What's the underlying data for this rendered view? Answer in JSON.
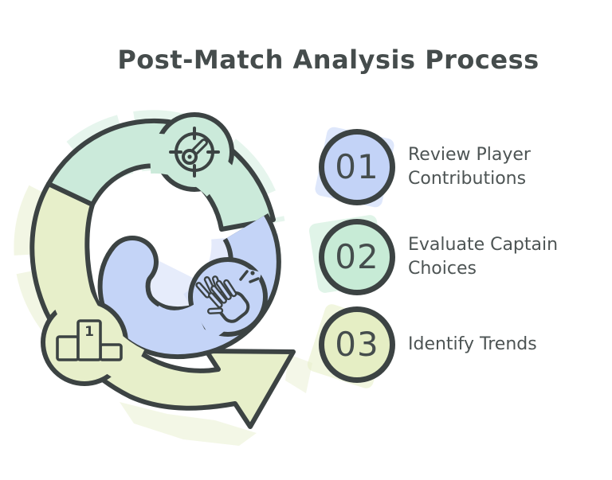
{
  "title": "Post-Match Analysis Process",
  "steps": [
    {
      "number": "01",
      "label": "Review Player Contributions",
      "fill": "#c3d3f7"
    },
    {
      "number": "02",
      "label": "Evaluate Captain Choices",
      "fill": "#c7ebd6"
    },
    {
      "number": "03",
      "label": "Identify Trends",
      "fill": "#e5eec4"
    }
  ],
  "diagram": {
    "type": "cycle-arrow",
    "podium_rank_label": "1",
    "segments": [
      {
        "name": "targeting-segment",
        "color": "#cbeada",
        "icon": "target-icon"
      },
      {
        "name": "recognition-segment",
        "color": "#c4d4f7",
        "icon": "clapping-hands-icon"
      },
      {
        "name": "ranking-segment",
        "color": "#e7efca",
        "icon": "podium-icon"
      }
    ],
    "outline_color": "#3c4343"
  },
  "colors": {
    "background": "#ffffff",
    "ink": "#3c4343",
    "label_text": "#4d5454",
    "title_text": "#454c4c",
    "number_text": "#454d4d"
  }
}
